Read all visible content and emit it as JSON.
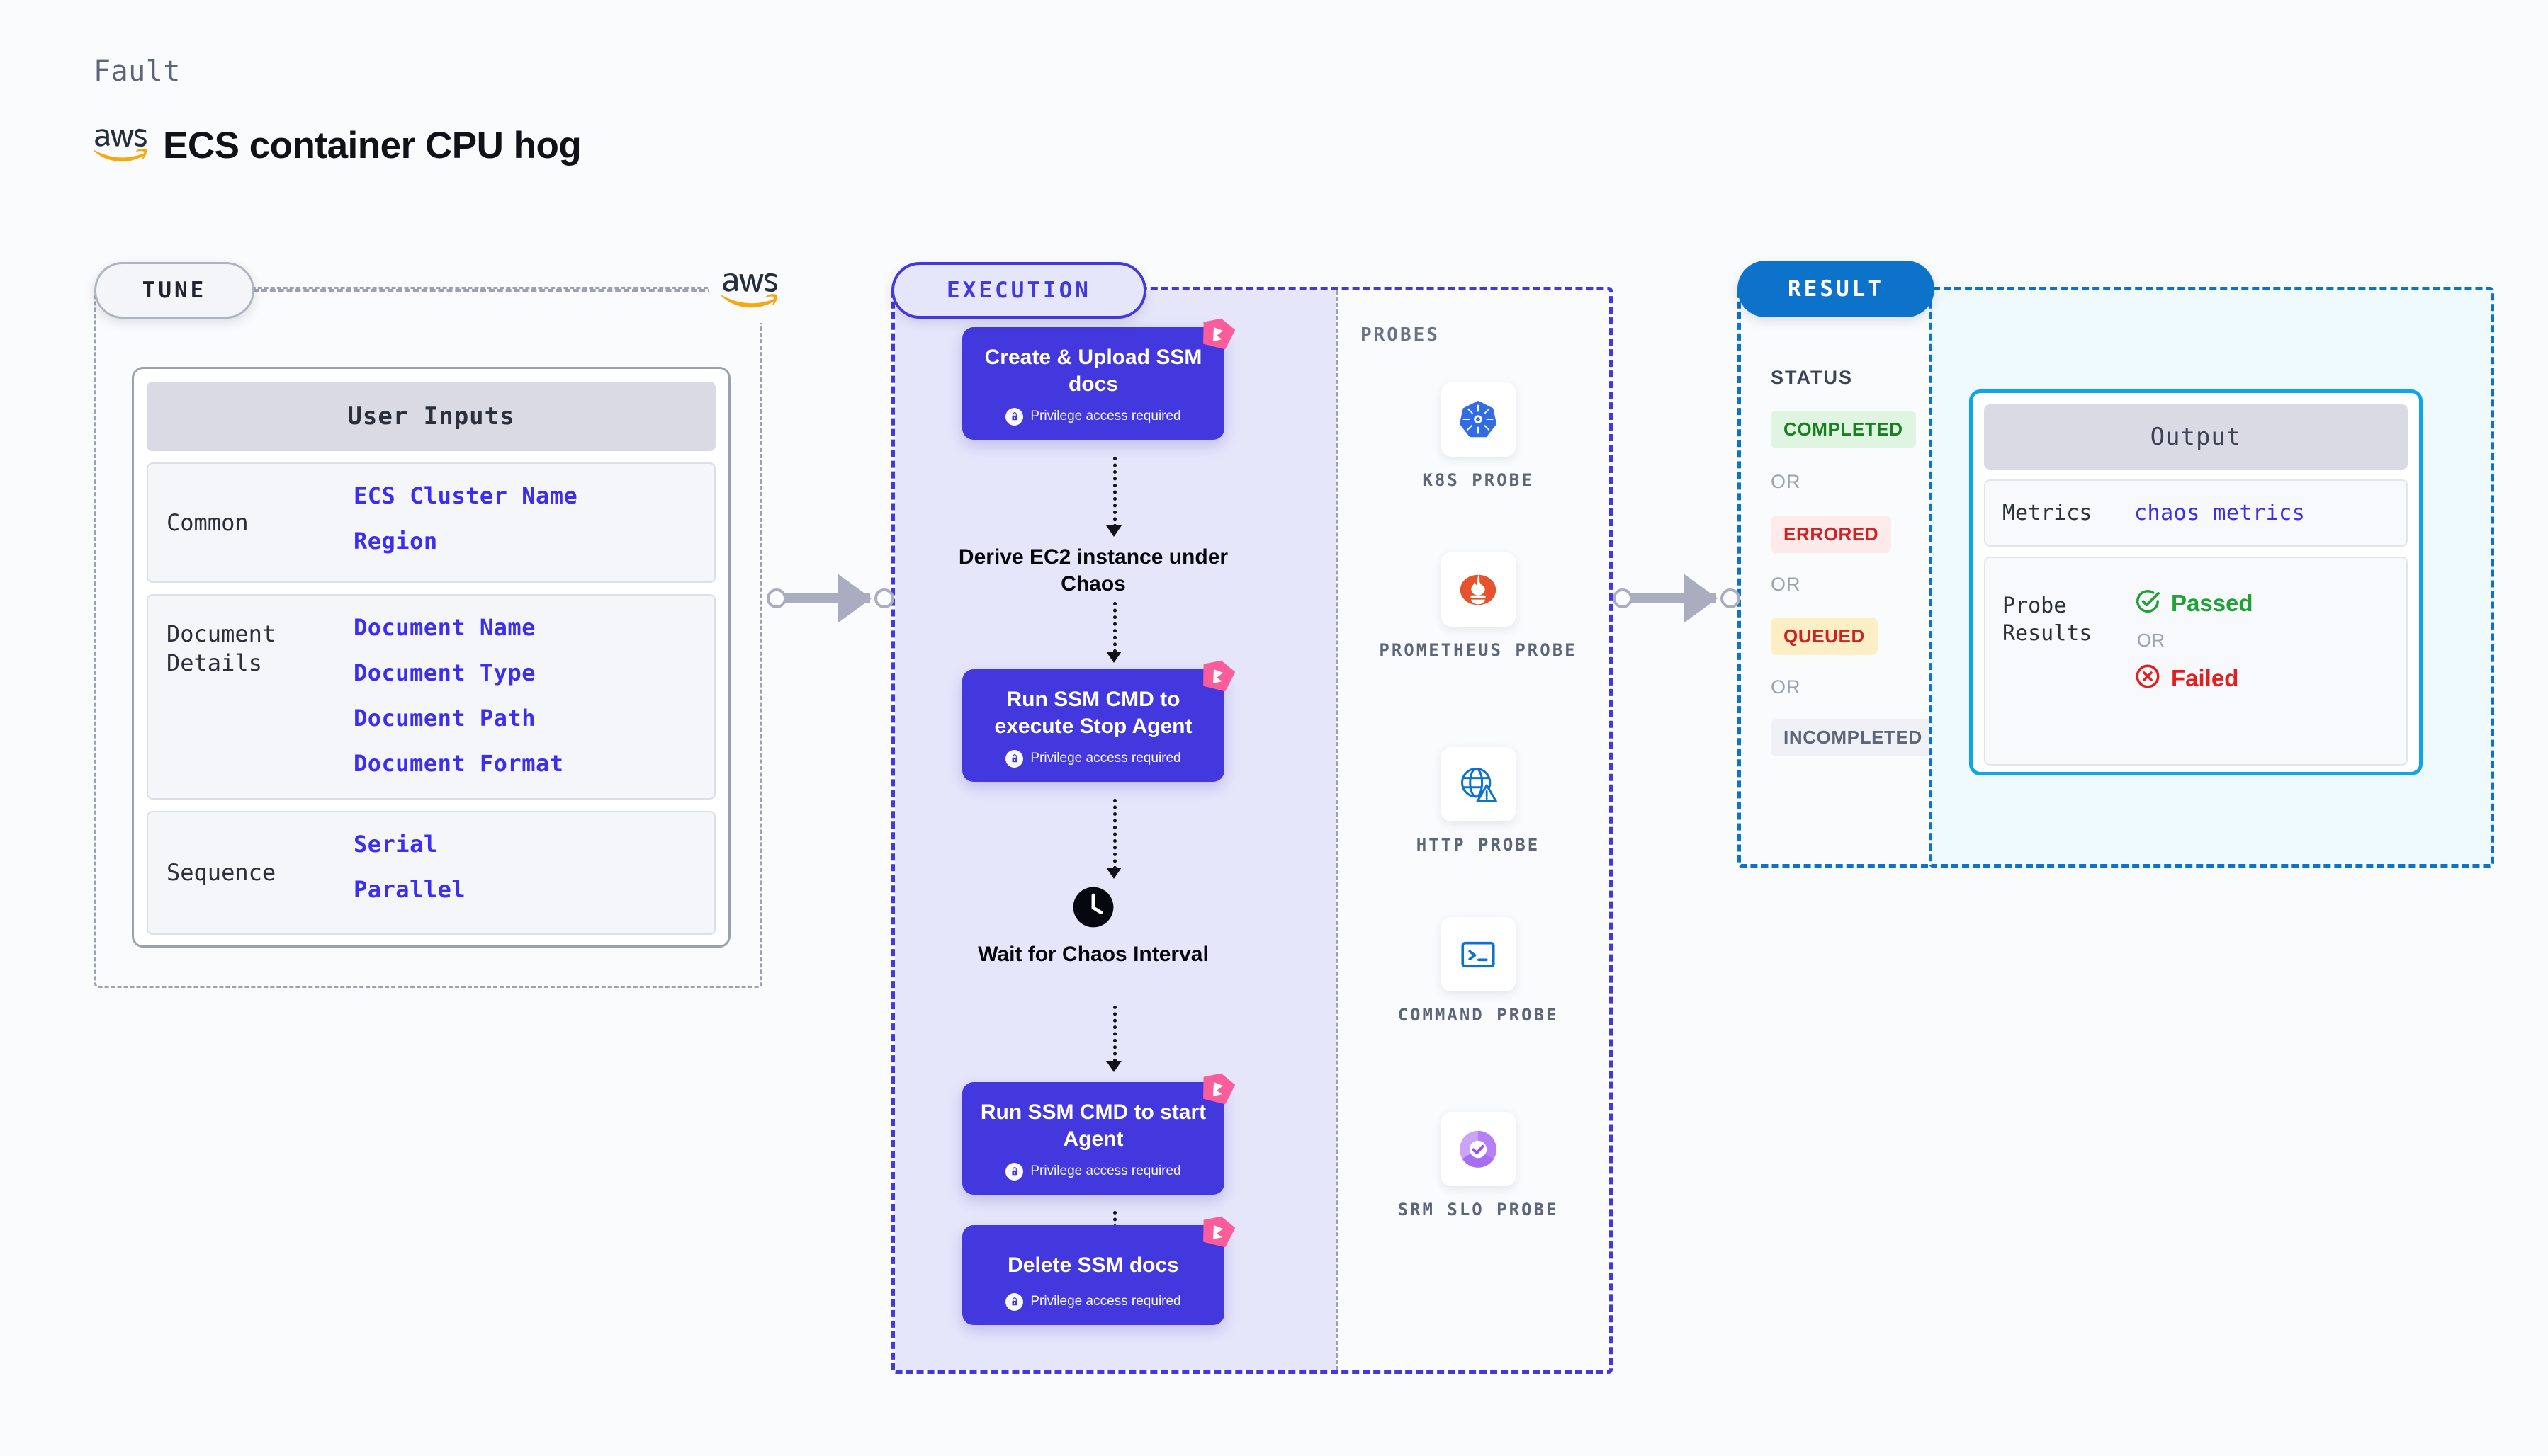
{
  "header": {
    "eyebrow": "Fault",
    "provider_icon": "aws-logo-icon",
    "title": "ECS container CPU hog"
  },
  "tune": {
    "pill_label": "TUNE",
    "provider_icon": "aws-logo-icon",
    "card_title": "User Inputs",
    "groups": [
      {
        "label": "Common",
        "values": [
          "ECS Cluster Name",
          "Region"
        ]
      },
      {
        "label": "Document\nDetails",
        "label_line1": "Document",
        "label_line2": "Details",
        "values": [
          "Document Name",
          "Document Type",
          "Document Path",
          "Document Format"
        ]
      },
      {
        "label": "Sequence",
        "values": [
          "Serial",
          "Parallel"
        ]
      }
    ]
  },
  "execution": {
    "pill_label": "EXECUTION",
    "steps": [
      {
        "type": "node",
        "title": "Create & Upload SSM docs",
        "subtitle": "Privilege access required",
        "badge_icon": "lock-icon",
        "corner_icon": "litmus-logo-icon"
      },
      {
        "type": "plain",
        "title": "Derive EC2 instance under Chaos"
      },
      {
        "type": "node",
        "title": "Run SSM CMD to execute Stop Agent",
        "subtitle": "Privilege access required",
        "badge_icon": "lock-icon",
        "corner_icon": "litmus-logo-icon"
      },
      {
        "type": "clock",
        "title": "Wait for Chaos Interval",
        "icon": "clock-icon"
      },
      {
        "type": "node",
        "title": "Run SSM CMD to start Agent",
        "subtitle": "Privilege access required",
        "badge_icon": "lock-icon",
        "corner_icon": "litmus-logo-icon"
      },
      {
        "type": "node",
        "title": "Delete SSM docs",
        "subtitle": "Privilege access required",
        "badge_icon": "lock-icon",
        "corner_icon": "litmus-logo-icon"
      }
    ]
  },
  "probes": {
    "title": "PROBES",
    "items": [
      {
        "name": "K8S PROBE",
        "icon": "kubernetes-icon"
      },
      {
        "name": "PROMETHEUS PROBE",
        "icon": "prometheus-icon"
      },
      {
        "name": "HTTP PROBE",
        "icon": "http-globe-warning-icon"
      },
      {
        "name": "COMMAND PROBE",
        "icon": "terminal-icon"
      },
      {
        "name": "SRM SLO PROBE",
        "icon": "srm-slo-icon"
      }
    ]
  },
  "result": {
    "pill_label": "RESULT",
    "status_label": "STATUS",
    "or_label": "OR",
    "statuses": [
      {
        "label": "COMPLETED",
        "bg": "#dff5e1",
        "fg": "#1a7f1f"
      },
      {
        "label": "ERRORED",
        "bg": "#fdeaea",
        "fg": "#cf2222"
      },
      {
        "label": "QUEUED",
        "bg": "#fcefc6",
        "fg": "#cf2222"
      },
      {
        "label": "INCOMPLETED",
        "bg": "#eff1f6",
        "fg": "#5d6578"
      }
    ],
    "output": {
      "title": "Output",
      "metrics_key": "Metrics",
      "metrics_value": "chaos metrics",
      "probe_key_line1": "Probe",
      "probe_key_line2": "Results",
      "passed_label": "Passed",
      "passed_icon": "check-circle-icon",
      "failed_label": "Failed",
      "failed_icon": "x-circle-icon",
      "or_label": "OR"
    }
  },
  "colors": {
    "primary_purple": "#4338dd",
    "result_blue": "#0c72ca",
    "output_cyan": "#0fa6e9",
    "litmus_pink": "#fb5d9a",
    "aws_orange": "#f7a80d",
    "value_blue": "#3b2ef0",
    "passed_green": "#1fa137",
    "failed_red": "#e02020"
  }
}
